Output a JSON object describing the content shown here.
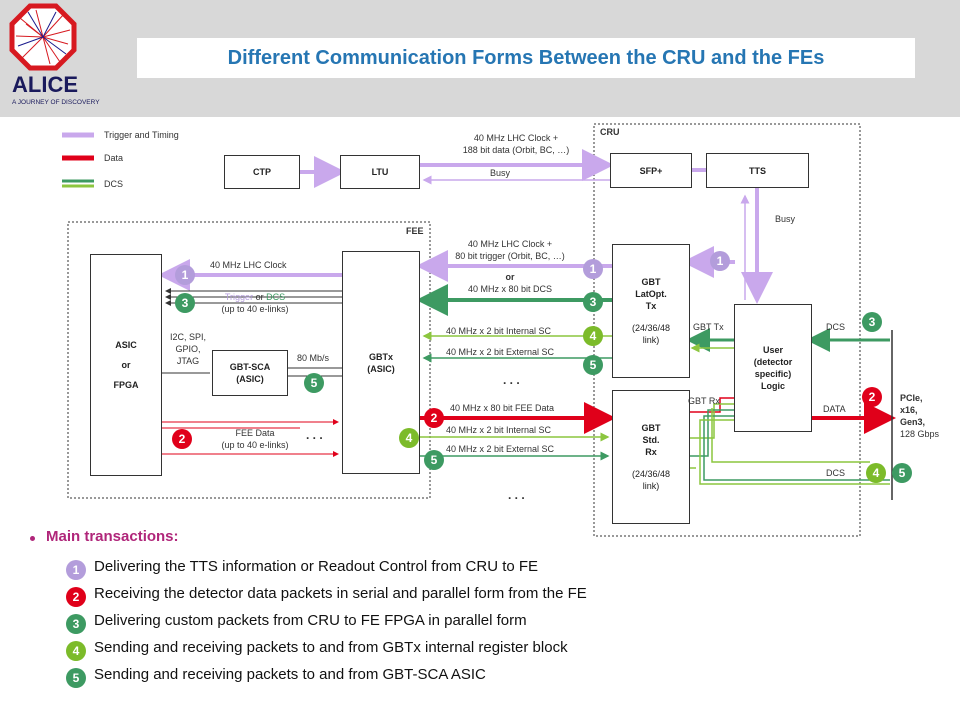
{
  "header": {
    "title": "Different Communication Forms Between the CRU and the FEs",
    "logo_text": "ALICE",
    "logo_tagline": "A JOURNEY OF DISCOVERY"
  },
  "legend": {
    "trigger": "Trigger and Timing",
    "data": "Data",
    "dcs": "DCS"
  },
  "colors": {
    "trigger": "#c9a8ec",
    "data": "#e0001a",
    "dcs_dark": "#3d9a62",
    "dcs_light": "#8cc63f",
    "title": "#2676b3",
    "bullet": "#b0267a"
  },
  "blocks": {
    "ctp": "CTP",
    "ltu": "LTU",
    "sfp": "SFP+",
    "tts": "TTS",
    "cru": "CRU",
    "fee": "FEE",
    "asic_or_fpga": [
      "ASIC",
      "or",
      "FPGA"
    ],
    "gbt_sca": [
      "GBT-SCA",
      "(ASIC)"
    ],
    "gbtx": [
      "GBTx",
      "(ASIC)"
    ],
    "gbt_latopt": [
      "GBT",
      "LatOpt.",
      "Tx",
      "",
      "(24/36/48",
      "link)"
    ],
    "gbt_std": [
      "GBT",
      "Std.",
      "Rx",
      "",
      "(24/36/48",
      "link)"
    ],
    "user_logic": [
      "User",
      "(detector",
      "specific)",
      "Logic"
    ]
  },
  "labels": {
    "ltu_clock_1": "40 MHz LHC Clock +",
    "ltu_clock_2": "188 bit data (Orbit, BC, …)",
    "busy_top": "Busy",
    "busy_right": "Busy",
    "trig_clock_1": "40 MHz LHC Clock +",
    "trig_clock_2": "80 bit trigger (Orbit, BC, …)",
    "or": "or",
    "dcs_80": "40 MHz x 80 bit DCS",
    "int_sc_1": "40 MHz x 2 bit Internal SC",
    "ext_sc_1": "40 MHz x 2 bit External SC",
    "fee_data_80": "40 MHz x 80 bit FEE Data",
    "int_sc_2": "40 MHz x 2 bit Internal SC",
    "ext_sc_2": "40 MHz x 2 bit External SC",
    "lhc_clock_fee": "40 MHz LHC Clock",
    "trigger_word": "Trigger",
    "or_word": " or ",
    "dcs_word": "DCS",
    "elinks_1": "(up to 40 e-links)",
    "i2c_1": "I2C, SPI,",
    "i2c_2": "GPIO,",
    "i2c_3": "JTAG",
    "mbs": "80 Mb/s",
    "fee_data_1": "FEE Data",
    "fee_data_2": "(up to 40 e-links)",
    "gbt_tx": "GBT Tx",
    "gbt_rx": "GBT Rx",
    "dcs_r1": "DCS",
    "data_r": "DATA",
    "dcs_r2": "DCS",
    "pcie_1": "PCIe,",
    "pcie_2": "x16,",
    "pcie_3": "Gen3,",
    "pcie_4": "128 Gbps",
    "dots": ". . ."
  },
  "badges": {
    "one": "1",
    "two": "2",
    "three": "3",
    "four": "4",
    "five": "5"
  },
  "transactions": {
    "title": "Main transactions:",
    "items": [
      {
        "num": "1",
        "text": "Delivering the TTS information or Readout Control from CRU to FE"
      },
      {
        "num": "2",
        "text": "Receiving the detector data packets in serial and parallel form from the FE"
      },
      {
        "num": "3",
        "text": "Delivering custom packets from CRU to FE FPGA in parallel form"
      },
      {
        "num": "4",
        "text": "Sending and receiving packets to and from GBTx internal register block"
      },
      {
        "num": "5",
        "text": "Sending and receiving packets to and from GBT-SCA ASIC"
      }
    ]
  }
}
